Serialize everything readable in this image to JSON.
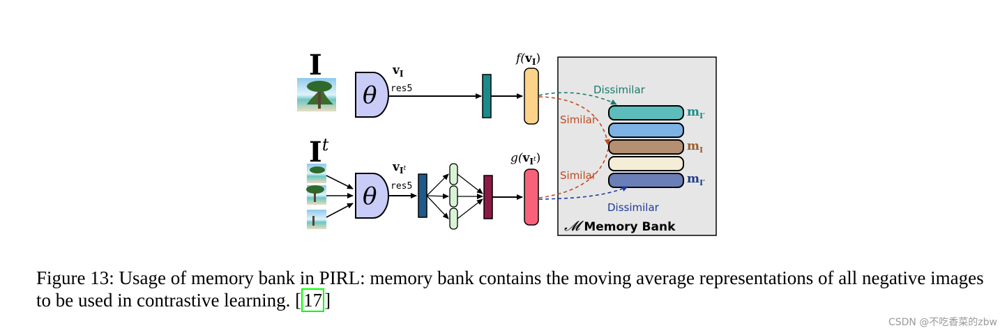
{
  "figure": {
    "input_label": "I",
    "transformed_label": "I",
    "transformed_sup": "t",
    "encoder_symbol": "θ",
    "top_feature": "v",
    "top_feature_sub": "I",
    "top_layer": "res5",
    "bottom_feature": "v",
    "bottom_feature_sub": "I",
    "bottom_feature_subsup": "t",
    "bottom_layer": "res5",
    "f_label_fn": "f(",
    "f_label_v": "v",
    "f_label_sub": "I",
    "f_label_close": ")",
    "g_label_fn": "g(",
    "g_label_v": "v",
    "g_label_sub": "I",
    "g_label_subsup": "t",
    "g_label_close": ")",
    "arrow_dissimilar_top": "Dissimilar",
    "arrow_similar_top": "Similar",
    "arrow_similar_bottom": "Similar",
    "arrow_dissimilar_bottom": "Dissimilar",
    "memory_label_top": "m",
    "memory_label_top_sub": "I′",
    "memory_label_mid": "m",
    "memory_label_mid_sub": "I",
    "memory_label_bottom": "m",
    "memory_label_bottom_sub": "I′",
    "memory_bank_symbol": "𝓜",
    "memory_bank_title": "Memory Bank",
    "colors": {
      "encoder": "#c9ccf6",
      "teal": "#1b8a8a",
      "f_head": "#fdd38a",
      "g_head": "#f7617a",
      "navy": "#1f5a8a",
      "mlp_nodes": "#d9f3d6",
      "crimson": "#8b1a45",
      "memory_bg": "#e6e6e6",
      "slot_1": "#5dbdbd",
      "slot_2": "#7cb2e4",
      "slot_3": "#b48f72",
      "slot_4": "#f4eed7",
      "slot_5": "#6a7fb8",
      "dissimilar_top": "#1a7a6e",
      "similar": "#c04a1f",
      "dissimilar_bottom": "#1c3a9a"
    }
  },
  "caption": {
    "text": "Figure 13: Usage of memory bank in PIRL: memory bank contains the moving average representations of all negative images to be used in contrastive learning. [",
    "citation": "17",
    "suffix": "]"
  },
  "watermark": "CSDN @不吃香菜的zbw"
}
